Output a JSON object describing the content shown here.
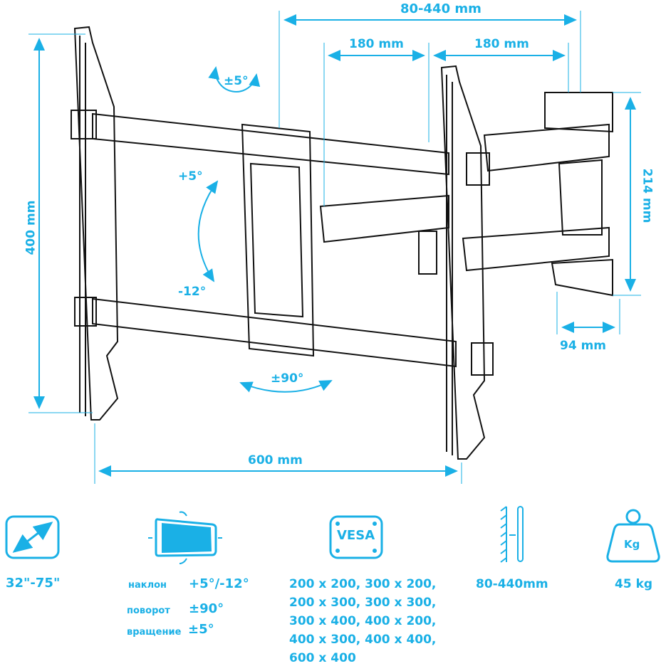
{
  "accent_color": "#1ab0e6",
  "dimensions": {
    "extension": "80-440 mm",
    "left_spacing": "180 mm",
    "right_spacing": "180 mm",
    "rotation": "±5°",
    "tilt_up": "+5°",
    "tilt_down": "-12°",
    "height": "400 mm",
    "plate_height": "214 mm",
    "plate_depth": "94 mm",
    "swivel": "±90°",
    "width": "600 mm"
  },
  "specs": {
    "screen_size": {
      "icon": "diagonal-arrow-icon",
      "value": "32\"-75\""
    },
    "motion": {
      "icon": "tilt-swivel-icon",
      "rows": [
        {
          "label": "наклон",
          "value": "+5°/-12°"
        },
        {
          "label": "поворот",
          "value": "±90°"
        },
        {
          "label": "вращение",
          "value": "±5°"
        }
      ]
    },
    "vesa": {
      "icon": "vesa-icon",
      "icon_text": "VESA",
      "lines": [
        "200 x 200, 300 x 200,",
        "200 x 300, 300 x 300,",
        "300 x 400, 400 x 200,",
        "400 x 300, 400 x 400,",
        "600 x 400"
      ]
    },
    "wall_distance": {
      "icon": "wall-distance-icon",
      "value": "80-440mm"
    },
    "max_load": {
      "icon": "weight-icon",
      "icon_text": "Kg",
      "value": "45 kg"
    }
  }
}
